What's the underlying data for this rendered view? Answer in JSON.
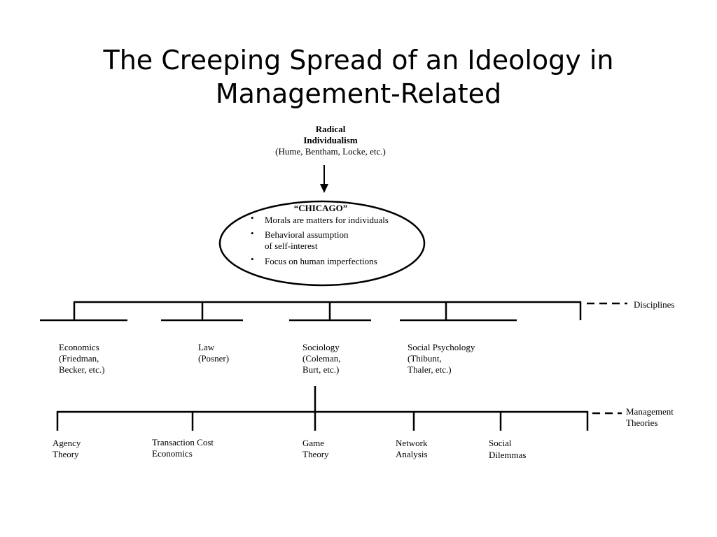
{
  "title_lines": [
    "The Creeping Spread of an Ideology in",
    "Management-Related"
  ],
  "root": {
    "line1": "Radical",
    "line2": "Individualism",
    "line3": "(Hume, Bentham, Locke, etc.)"
  },
  "chicago": {
    "title": "“CHICAGO”",
    "bullets": [
      [
        "Morals are matters for individuals"
      ],
      [
        "Behavioral assumption",
        "of self-interest"
      ],
      [
        "Focus on human imperfections"
      ]
    ]
  },
  "disciplines_label": "Disciplines",
  "disciplines": [
    {
      "lines": [
        "Economics",
        "(Friedman,",
        "Becker, etc.)"
      ]
    },
    {
      "lines": [
        "Law",
        "(Posner)"
      ]
    },
    {
      "lines": [
        "Sociology",
        "(Coleman,",
        "Burt, etc.)"
      ]
    },
    {
      "lines": [
        "Social Psychology",
        "(Thibunt,",
        "Thaler, etc.)"
      ]
    }
  ],
  "management_label": [
    "Management",
    "Theories"
  ],
  "theories": [
    {
      "lines": [
        "Agency",
        "Theory"
      ]
    },
    {
      "lines": [
        "Transaction Cost",
        "Economics"
      ]
    },
    {
      "lines": [
        "Game",
        "Theory"
      ]
    },
    {
      "lines": [
        "Network",
        "Analysis"
      ]
    },
    {
      "lines": [
        "Social",
        "Dilemmas"
      ]
    }
  ]
}
